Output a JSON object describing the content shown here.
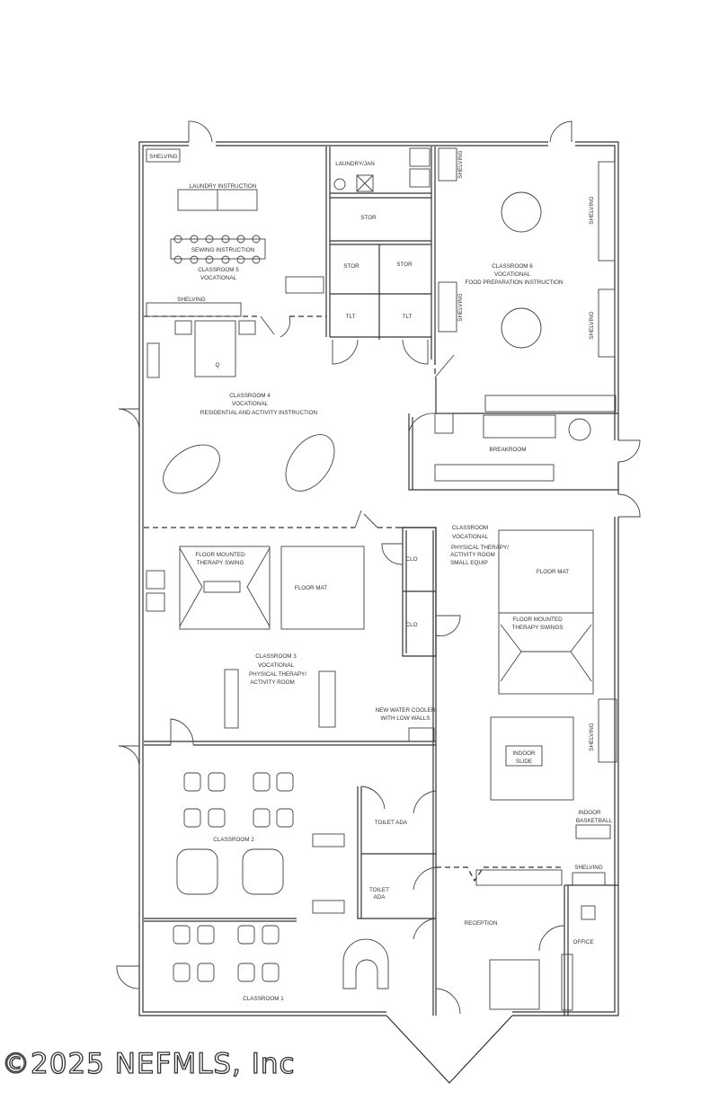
{
  "rooms": {
    "shelving_top_left": "SHELVING",
    "laundry_instruction": "LAUNDRY INSTRUCTION",
    "sewing_instruction": "SEWING INSTRUCTION",
    "classroom5": [
      "CLASSROOM 5",
      "VOCATIONAL"
    ],
    "shelving_cr5": "SHELVING",
    "bed": "Q",
    "laundry_jan": "LAUNDRY/JAN",
    "stor1": "STOR",
    "stor2": "STOR",
    "stor3": "STOR",
    "tlt1": "TLT",
    "tlt2": "TLT",
    "shelving_v1": "SHELVING",
    "shelving_v2": "SHELVING",
    "shelving_v3": "SHELVING",
    "shelving_v4": "SHELVING",
    "shelving_v5": "SHELVING",
    "classroom6": [
      "CLASSROOM 6",
      "VOCATIONAL",
      "FOOD PREPARATION INSTRUCTION"
    ],
    "classroom4": [
      "CLASSROOM 4",
      "VOCATIONAL",
      "RESIDENTIAL AND ACTIVITY INSTRUCTION"
    ],
    "breakroom": "BREAKROOM",
    "classroom_pt": [
      "CLASSROOM",
      "VOCATIONAL",
      "PHYSICAL THERAPY/",
      "ACTIVITY ROOM",
      "SMALL EQUIP"
    ],
    "therapy_swing": [
      "FLOOR MOUNTED",
      "THERAPY SWING"
    ],
    "floor_mat1": "FLOOR MAT",
    "clo1": "CLO",
    "clo2": "CLO",
    "floor_mat2": "FLOOR MAT",
    "therapy_swings": [
      "FLOOR MOUNTED",
      "THERAPY SWINGS"
    ],
    "classroom3": [
      "CLASSROOM 3",
      "VOCATIONAL",
      "PHYSICAL THERAPY/",
      "ACTIVITY ROOM"
    ],
    "water_cooler": [
      "NEW WATER COOLER",
      "WITH LOW WALLS"
    ],
    "indoor_slide": [
      "INDOOR",
      "SLIDE"
    ],
    "indoor_basketball": [
      "INDOOR",
      "BASKETBALL"
    ],
    "classroom2": "CLASSROOM 2",
    "toilet_ada1": "TOILET ADA",
    "toilet_ada2": [
      "TOILET",
      "ADA"
    ],
    "shelving_reception": "SHELVING",
    "reception": "RECEPTION",
    "office": "OFFICE",
    "classroom1": "CLASSROOM 1"
  },
  "watermark": "©2025 NEFMLS, Inc"
}
